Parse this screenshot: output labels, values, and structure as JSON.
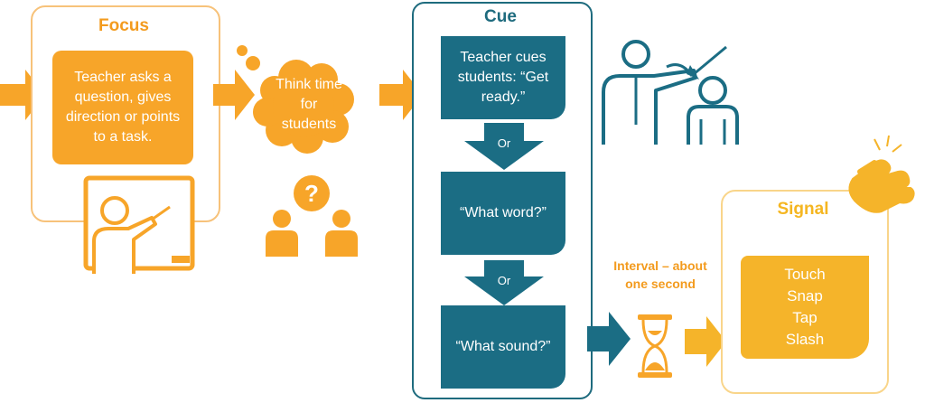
{
  "focus": {
    "title": "Focus",
    "text": "Teacher asks a question, gives direction or points to a task."
  },
  "think": {
    "text": "Think time for students"
  },
  "cue": {
    "title": "Cue",
    "steps": [
      "Teacher cues students: “Get ready.”",
      "“What word?”",
      "“What sound?”"
    ],
    "or_labels": [
      "Or",
      "Or"
    ]
  },
  "interval": {
    "text": "Interval – about one second"
  },
  "signal": {
    "title": "Signal",
    "items": [
      "Touch",
      "Snap",
      "Tap",
      "Slash"
    ]
  },
  "colors": {
    "orange": "#f7a529",
    "light_orange": "#f7c27a",
    "teal": "#1b6d84",
    "yellow": "#f5b42a"
  },
  "icons": [
    "arrow-right-icon",
    "teacher-whiteboard-icon",
    "thought-cloud-icon",
    "question-students-icon",
    "teacher-pointing-student-icon",
    "hourglass-icon",
    "snapping-hand-icon"
  ]
}
